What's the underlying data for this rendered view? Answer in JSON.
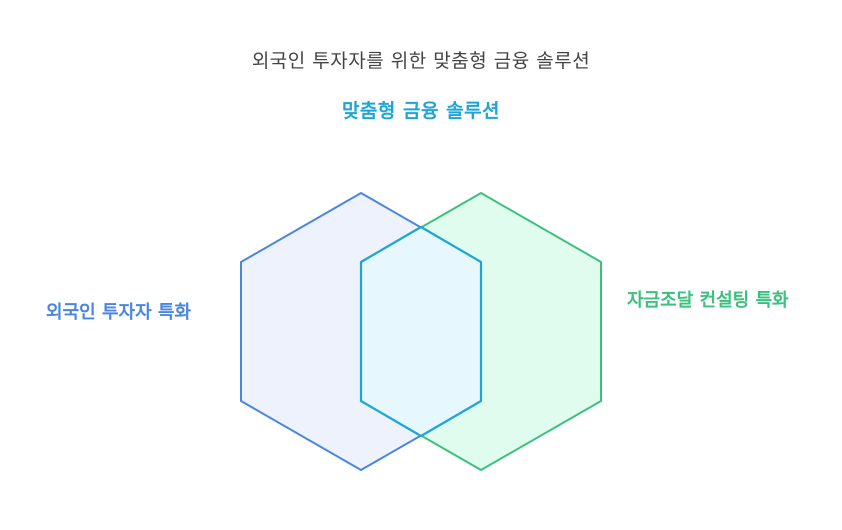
{
  "title": "외국인 투자자를 위한 맞춤형 금융 솔루션",
  "intersection_label": "맞춤형 금융 솔루션",
  "sets": [
    {
      "id": "left",
      "label": "외국인 투자자 특화",
      "stroke": "#4a86e0",
      "fill": "#edf2fd"
    },
    {
      "id": "right",
      "label": "자금조달 컨설팅 특화",
      "stroke": "#3cc07f",
      "fill": "#e0fcee"
    }
  ],
  "intersection": {
    "stroke": "#1ea5d6",
    "fill": "#e6f8fd"
  }
}
